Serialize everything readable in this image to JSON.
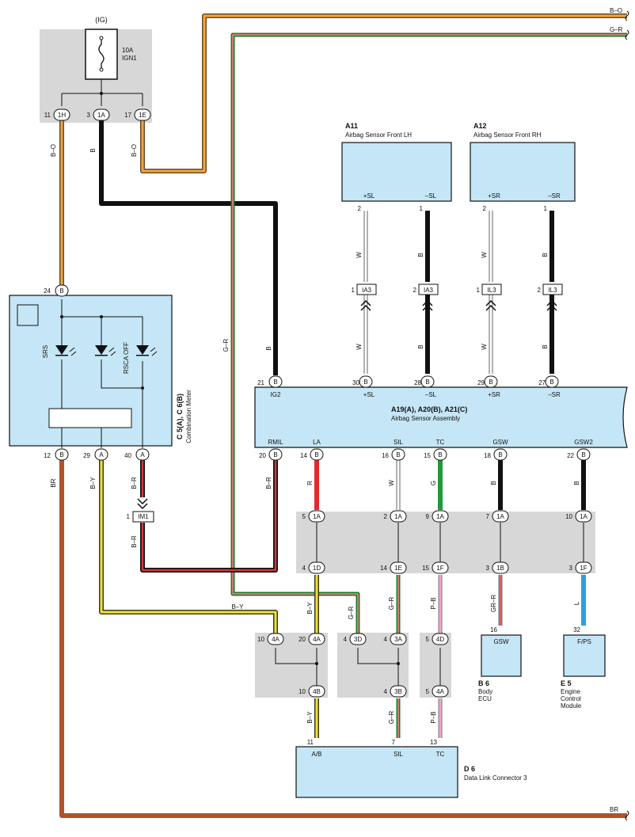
{
  "power": {
    "label": "(IG)",
    "fuse_amp": "10A",
    "fuse_name": "IGN1"
  },
  "power_pins": [
    {
      "num": "11",
      "conn": "1H"
    },
    {
      "num": "3",
      "conn": "1A"
    },
    {
      "num": "17",
      "conn": "1E"
    }
  ],
  "right_labels": {
    "bo": "B–O",
    "gr": "G–R",
    "br": "BR"
  },
  "meter": {
    "id": "C 5(A), C 6(B)",
    "name": "Combination Meter",
    "top_pin": {
      "num": "24",
      "conn": "B"
    },
    "lamps": [
      "SRS",
      "RSCA OFF"
    ],
    "bottom_pins": [
      {
        "num": "12",
        "conn": "B"
      },
      {
        "num": "29",
        "conn": "A"
      },
      {
        "num": "40",
        "conn": "A"
      }
    ]
  },
  "sensor_lh": {
    "id": "A11",
    "name": "Airbag Sensor Front LH",
    "terms": [
      "+SL",
      "–SL"
    ],
    "pins": [
      "2",
      "1"
    ]
  },
  "sensor_rh": {
    "id": "A12",
    "name": "Airbag Sensor Front RH",
    "terms": [
      "+SR",
      "–SR"
    ],
    "pins": [
      "2",
      "1"
    ]
  },
  "junctions_top": [
    {
      "num": "1",
      "conn": "IA3"
    },
    {
      "num": "2",
      "conn": "IA3"
    },
    {
      "num": "1",
      "conn": "IL3"
    },
    {
      "num": "2",
      "conn": "IL3"
    }
  ],
  "assembly": {
    "id": "A19(A), A20(B), A21(C)",
    "name": "Airbag Sensor Assembly",
    "top_terms": [
      "IG2",
      "+SL",
      "–SL",
      "+SR",
      "–SR"
    ],
    "top_pins": [
      {
        "num": "21",
        "conn": "B"
      },
      {
        "num": "30",
        "conn": "B"
      },
      {
        "num": "28",
        "conn": "B"
      },
      {
        "num": "29",
        "conn": "B"
      },
      {
        "num": "27",
        "conn": "B"
      }
    ],
    "bottom_terms": [
      "RMIL",
      "LA",
      "SIL",
      "TC",
      "GSW",
      "GSW2"
    ],
    "bottom_pins": [
      {
        "num": "20",
        "conn": "B"
      },
      {
        "num": "14",
        "conn": "B"
      },
      {
        "num": "16",
        "conn": "B"
      },
      {
        "num": "15",
        "conn": "B"
      },
      {
        "num": "18",
        "conn": "B"
      },
      {
        "num": "22",
        "conn": "B"
      }
    ]
  },
  "wire_colors": {
    "bo": "B–O",
    "b": "B",
    "w": "W",
    "gr": "G–R",
    "br": "BR",
    "by": "B–Y",
    "brd": "B–R",
    "r": "R",
    "g": "G",
    "pb": "P–B",
    "grr": "GR–R",
    "l": "L"
  },
  "im1": {
    "num": "1",
    "conn": "IM1"
  },
  "junction_upper": [
    {
      "num": "5",
      "conn": "1A"
    },
    {
      "num": "2",
      "conn": "1A"
    },
    {
      "num": "9",
      "conn": "1A"
    },
    {
      "num": "7",
      "conn": "1A"
    },
    {
      "num": "10",
      "conn": "1A"
    }
  ],
  "junction_lower": [
    {
      "num": "4",
      "conn": "1D"
    },
    {
      "num": "14",
      "conn": "1E"
    },
    {
      "num": "15",
      "conn": "1F"
    },
    {
      "num": "3",
      "conn": "1B"
    },
    {
      "num": "3",
      "conn": "1F"
    }
  ],
  "junction_dl_top": [
    {
      "num": "10",
      "conn": "4A"
    },
    {
      "num": "20",
      "conn": "4A"
    },
    {
      "num": "4",
      "conn": "3D"
    },
    {
      "num": "4",
      "conn": "3A"
    },
    {
      "num": "5",
      "conn": "4D"
    }
  ],
  "junction_dl_bottom": [
    {
      "num": "10",
      "conn": "4B"
    },
    {
      "num": "4",
      "conn": "3B"
    },
    {
      "num": "5",
      "conn": "4A"
    }
  ],
  "body_ecu": {
    "pin": "16",
    "term": "GSW",
    "id": "B 6",
    "name1": "Body",
    "name2": "ECU"
  },
  "ecm": {
    "pin": "32",
    "term": "F/PS",
    "id": "E 5",
    "name1": "Engine",
    "name2": "Control",
    "name3": "Module"
  },
  "dlc": {
    "id": "D 6",
    "name": "Data Link Connector 3",
    "terms": [
      "A/B",
      "SIL",
      "TC"
    ],
    "pins": [
      "11",
      "7",
      "13"
    ]
  }
}
